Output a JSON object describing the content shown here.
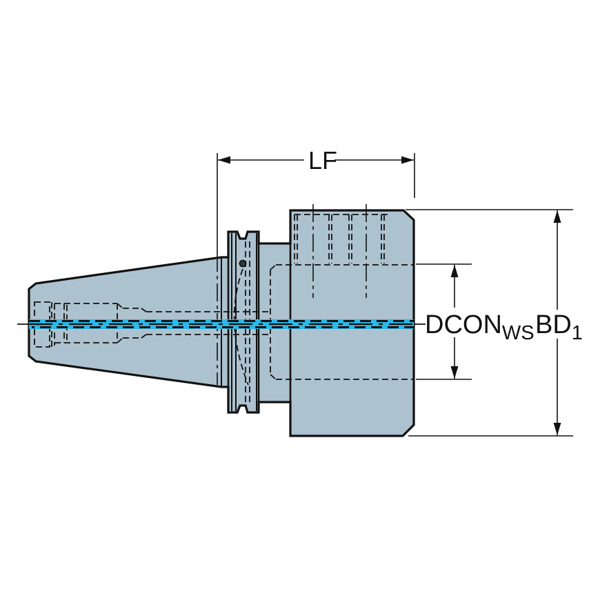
{
  "colors": {
    "background": "#ffffff",
    "part_fill": "#adc2cf",
    "line": "#111111",
    "coolant_highlight": "#2bb9e9"
  },
  "dimension_labels": {
    "length": {
      "text": "LF"
    },
    "coupling_diameter": {
      "main": "DCON",
      "subscript": "WS"
    },
    "body_diameter": {
      "main": "BD",
      "subscript": "1"
    }
  }
}
